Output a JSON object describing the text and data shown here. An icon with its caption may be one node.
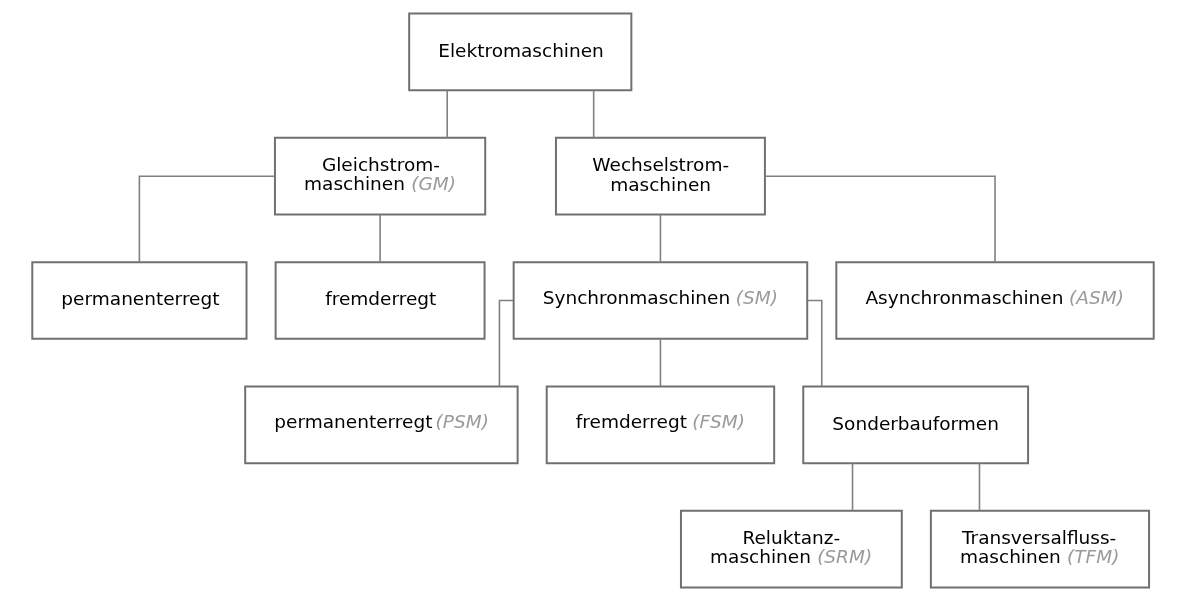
{
  "diagram": {
    "nodes": [
      {
        "text": [
          "Elektromaschinen"
        ]
      },
      {
        "text": [
          "Gleichstrom- maschinen",
          "(GM)"
        ]
      },
      {
        "text": [
          "Wechselstrom- maschinen"
        ]
      },
      {
        "text": [
          "permanenterregt"
        ]
      },
      {
        "text": [
          "fremderregt"
        ]
      },
      {
        "text": [
          "Synchronmaschinen",
          "(SM)"
        ]
      },
      {
        "text": [
          "Asynchronmaschinen",
          "(ASM)"
        ]
      },
      {
        "text": [
          "permanenterregt",
          "(PSM)"
        ]
      },
      {
        "text": [
          "fremderregt",
          "(FSM)"
        ]
      },
      {
        "text": [
          "Sonderbauformen"
        ]
      },
      {
        "text": [
          "Reluktanz- maschinen",
          "(SRM)"
        ]
      },
      {
        "text": [
          "Transversalfluss- maschinen",
          "(TFM)"
        ]
      }
    ],
    "edges": [
      {
        "from": 0,
        "to": 1,
        "arrow": "none"
      },
      {
        "from": 0,
        "to": 2,
        "arrow": "none"
      },
      {
        "from": 1,
        "to": 3,
        "arrow": "none"
      },
      {
        "from": 1,
        "to": 4,
        "arrow": "none"
      },
      {
        "from": 2,
        "to": 5,
        "arrow": "none"
      },
      {
        "from": 2,
        "to": 6,
        "arrow": "none"
      },
      {
        "from": 5,
        "to": 7,
        "arrow": "none"
      },
      {
        "from": 5,
        "to": 8,
        "arrow": "none"
      },
      {
        "from": 5,
        "to": 9,
        "arrow": "none"
      },
      {
        "from": 9,
        "to": 10,
        "arrow": "none"
      },
      {
        "from": 9,
        "to": 11,
        "arrow": "none"
      }
    ]
  }
}
